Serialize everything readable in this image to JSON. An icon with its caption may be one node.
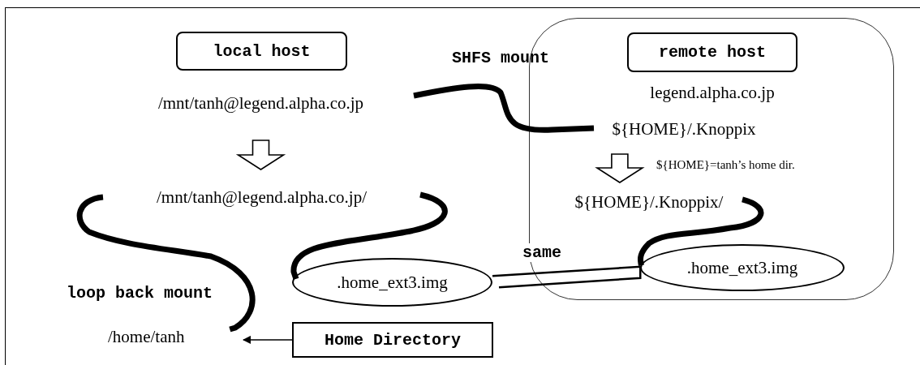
{
  "diagram": {
    "nodes": [
      {
        "text": [
          "local host"
        ]
      },
      {
        "text": [
          "/mnt/tanh@legend.alpha.co.jp"
        ]
      },
      {
        "text": [
          "/mnt/tanh@legend.alpha.co.jp/"
        ]
      },
      {
        "text": [
          ".home_ext3.img"
        ]
      },
      {
        "text": [
          "/home/tanh"
        ]
      },
      {
        "text": [
          "Home Directory"
        ]
      },
      {
        "text": [],
        "shape": "box"
      },
      {
        "text": [
          "remote host"
        ],
        "in": 6
      },
      {
        "text": [
          "legend.alpha.co.jp"
        ],
        "in": 6
      },
      {
        "text": [
          "${HOME}/.Knoppix"
        ],
        "in": 6
      },
      {
        "text": [
          "${HOME}/.Knoppix/"
        ],
        "in": 6
      },
      {
        "text": [
          ".home_ext3.img"
        ],
        "in": 6
      }
    ],
    "edges": [
      {
        "from": 1,
        "to": 9,
        "arrow": "none",
        "label": "SHFS mount"
      },
      {
        "from": 1,
        "to": 2,
        "arrow": "to"
      },
      {
        "from": 2,
        "to": 3,
        "arrow": "none"
      },
      {
        "from": 2,
        "to": 4,
        "arrow": "none",
        "label": "loop back mount"
      },
      {
        "from": 9,
        "to": 10,
        "arrow": "to"
      },
      {
        "from": 10,
        "to": 11,
        "arrow": "none"
      },
      {
        "from": 3,
        "to": 11,
        "arrow": "none",
        "label": "same"
      },
      {
        "from": 5,
        "to": 4,
        "arrow": "to"
      }
    ],
    "labels": [
      "${HOME}=tanh’s home dir."
    ]
  }
}
